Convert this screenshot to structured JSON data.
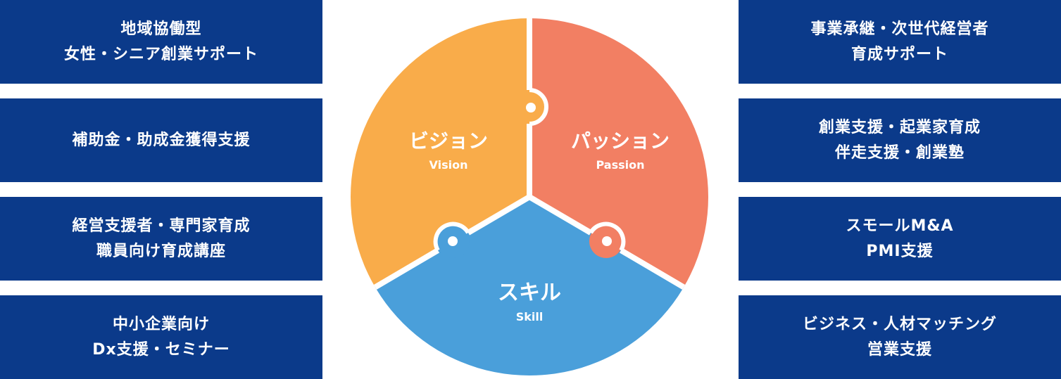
{
  "left_cards": [
    {
      "lines": [
        "地域協働型",
        "女性・シニア創業サポート"
      ]
    },
    {
      "lines": [
        "補助金・助成金獲得支援"
      ]
    },
    {
      "lines": [
        "経営支援者・専門家育成",
        "職員向け育成講座"
      ]
    },
    {
      "lines": [
        "中小企業向け",
        "Dx支援・セミナー"
      ]
    }
  ],
  "right_cards": [
    {
      "lines": [
        "事業承継・次世代経営者",
        "育成サポート"
      ]
    },
    {
      "lines": [
        "創業支援・起業家育成",
        "伴走支援・創業塾"
      ]
    },
    {
      "lines": [
        "スモールM&A",
        "PMI支援"
      ]
    },
    {
      "lines": [
        "ビジネス・人材マッチング",
        "営業支援"
      ]
    }
  ],
  "puzzle": {
    "vision": {
      "title": "ビジョン",
      "subtitle": "Vision",
      "color": "#f9ac4a"
    },
    "passion": {
      "title": "パッション",
      "subtitle": "Passion",
      "color": "#f27f63"
    },
    "skill": {
      "title": "スキル",
      "subtitle": "Skill",
      "color": "#4a9fda"
    }
  },
  "colors": {
    "card_bg": "#0b3a8a",
    "card_text": "#ffffff"
  }
}
